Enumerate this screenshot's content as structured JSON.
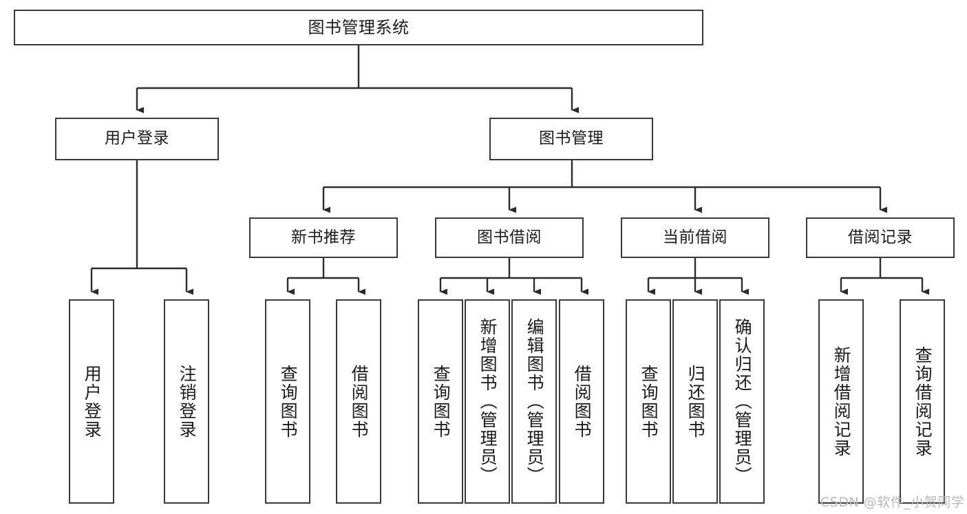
{
  "diagram": {
    "title": "图书管理系统",
    "type": "hierarchy-tree",
    "orientation": "top-down",
    "colors": {
      "box_border": "#3a3a3a",
      "box_fill": "#ffffff",
      "edge": "#2b2b2b",
      "text": "#1b1b1b",
      "watermark": "#b9b9b9",
      "background": "#ffffff"
    },
    "levels": {
      "root": {
        "label": "图书管理系统"
      },
      "level2": [
        {
          "id": "user-login",
          "label": "用户登录"
        },
        {
          "id": "book-manage",
          "label": "图书管理"
        }
      ],
      "level3": [
        {
          "id": "new-book-rec",
          "label": "新书推荐"
        },
        {
          "id": "book-borrow",
          "label": "图书借阅"
        },
        {
          "id": "current-borrow",
          "label": "当前借阅"
        },
        {
          "id": "borrow-record",
          "label": "借阅记录"
        }
      ],
      "leaves": [
        {
          "id": "leaf-user-login",
          "label": "用户登录",
          "parent": "user-login"
        },
        {
          "id": "leaf-logout-login",
          "label": "注销登录",
          "parent": "user-login"
        },
        {
          "id": "leaf-query-book-1",
          "label": "查询图书",
          "parent": "new-book-rec"
        },
        {
          "id": "leaf-borrow-book-1",
          "label": "借阅图书",
          "parent": "new-book-rec"
        },
        {
          "id": "leaf-query-book-2",
          "label": "查询图书",
          "parent": "book-borrow"
        },
        {
          "id": "leaf-add-book",
          "label": "新增图书（管理员）",
          "parent": "book-borrow"
        },
        {
          "id": "leaf-edit-book",
          "label": "编辑图书（管理员）",
          "parent": "book-borrow"
        },
        {
          "id": "leaf-borrow-book-2",
          "label": "借阅图书",
          "parent": "book-borrow"
        },
        {
          "id": "leaf-query-book-3",
          "label": "查询图书",
          "parent": "current-borrow"
        },
        {
          "id": "leaf-return-book",
          "label": "归还图书",
          "parent": "current-borrow"
        },
        {
          "id": "leaf-confirm-return",
          "label": "确认归还（管理员）",
          "parent": "current-borrow"
        },
        {
          "id": "leaf-add-record",
          "label": "新增借阅记录",
          "parent": "borrow-record"
        },
        {
          "id": "leaf-query-record",
          "label": "查询借阅记录",
          "parent": "borrow-record"
        }
      ]
    }
  },
  "watermark": {
    "text": "CSDN @软件_小贺同学"
  }
}
